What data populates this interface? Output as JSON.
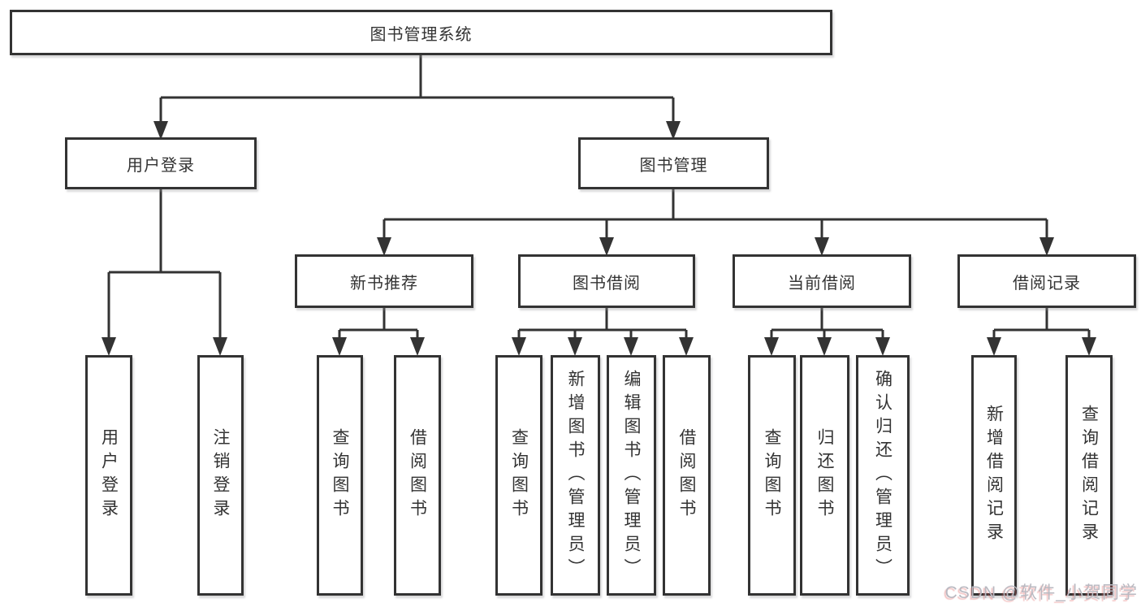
{
  "diagram": {
    "root": "图书管理系统",
    "branches": {
      "user_login": "用户登录",
      "book_management": "图书管理"
    },
    "modules": {
      "new_books": "新书推荐",
      "book_borrowing": "图书借阅",
      "current_borrowing": "当前借阅",
      "borrowing_records": "借阅记录"
    },
    "leaves": {
      "user_login": [
        "用户登录",
        "注销登录"
      ],
      "new_books": [
        "查询图书",
        "借阅图书"
      ],
      "book_borrowing": [
        "查询图书",
        "新增图书（管理员）",
        "编辑图书（管理员）",
        "借阅图书"
      ],
      "current_borrowing": [
        "查询图书",
        "归还图书",
        "确认归还（管理员）"
      ],
      "borrowing_records": [
        "新增借阅记录",
        "查询借阅记录"
      ]
    }
  },
  "colors": {
    "line": "#333333",
    "box_border": "#333333",
    "box_fill": "#ffffff",
    "text": "#333333",
    "watermark": "#b9b9c1"
  },
  "watermark": "CSDN @软件_小贺同学"
}
